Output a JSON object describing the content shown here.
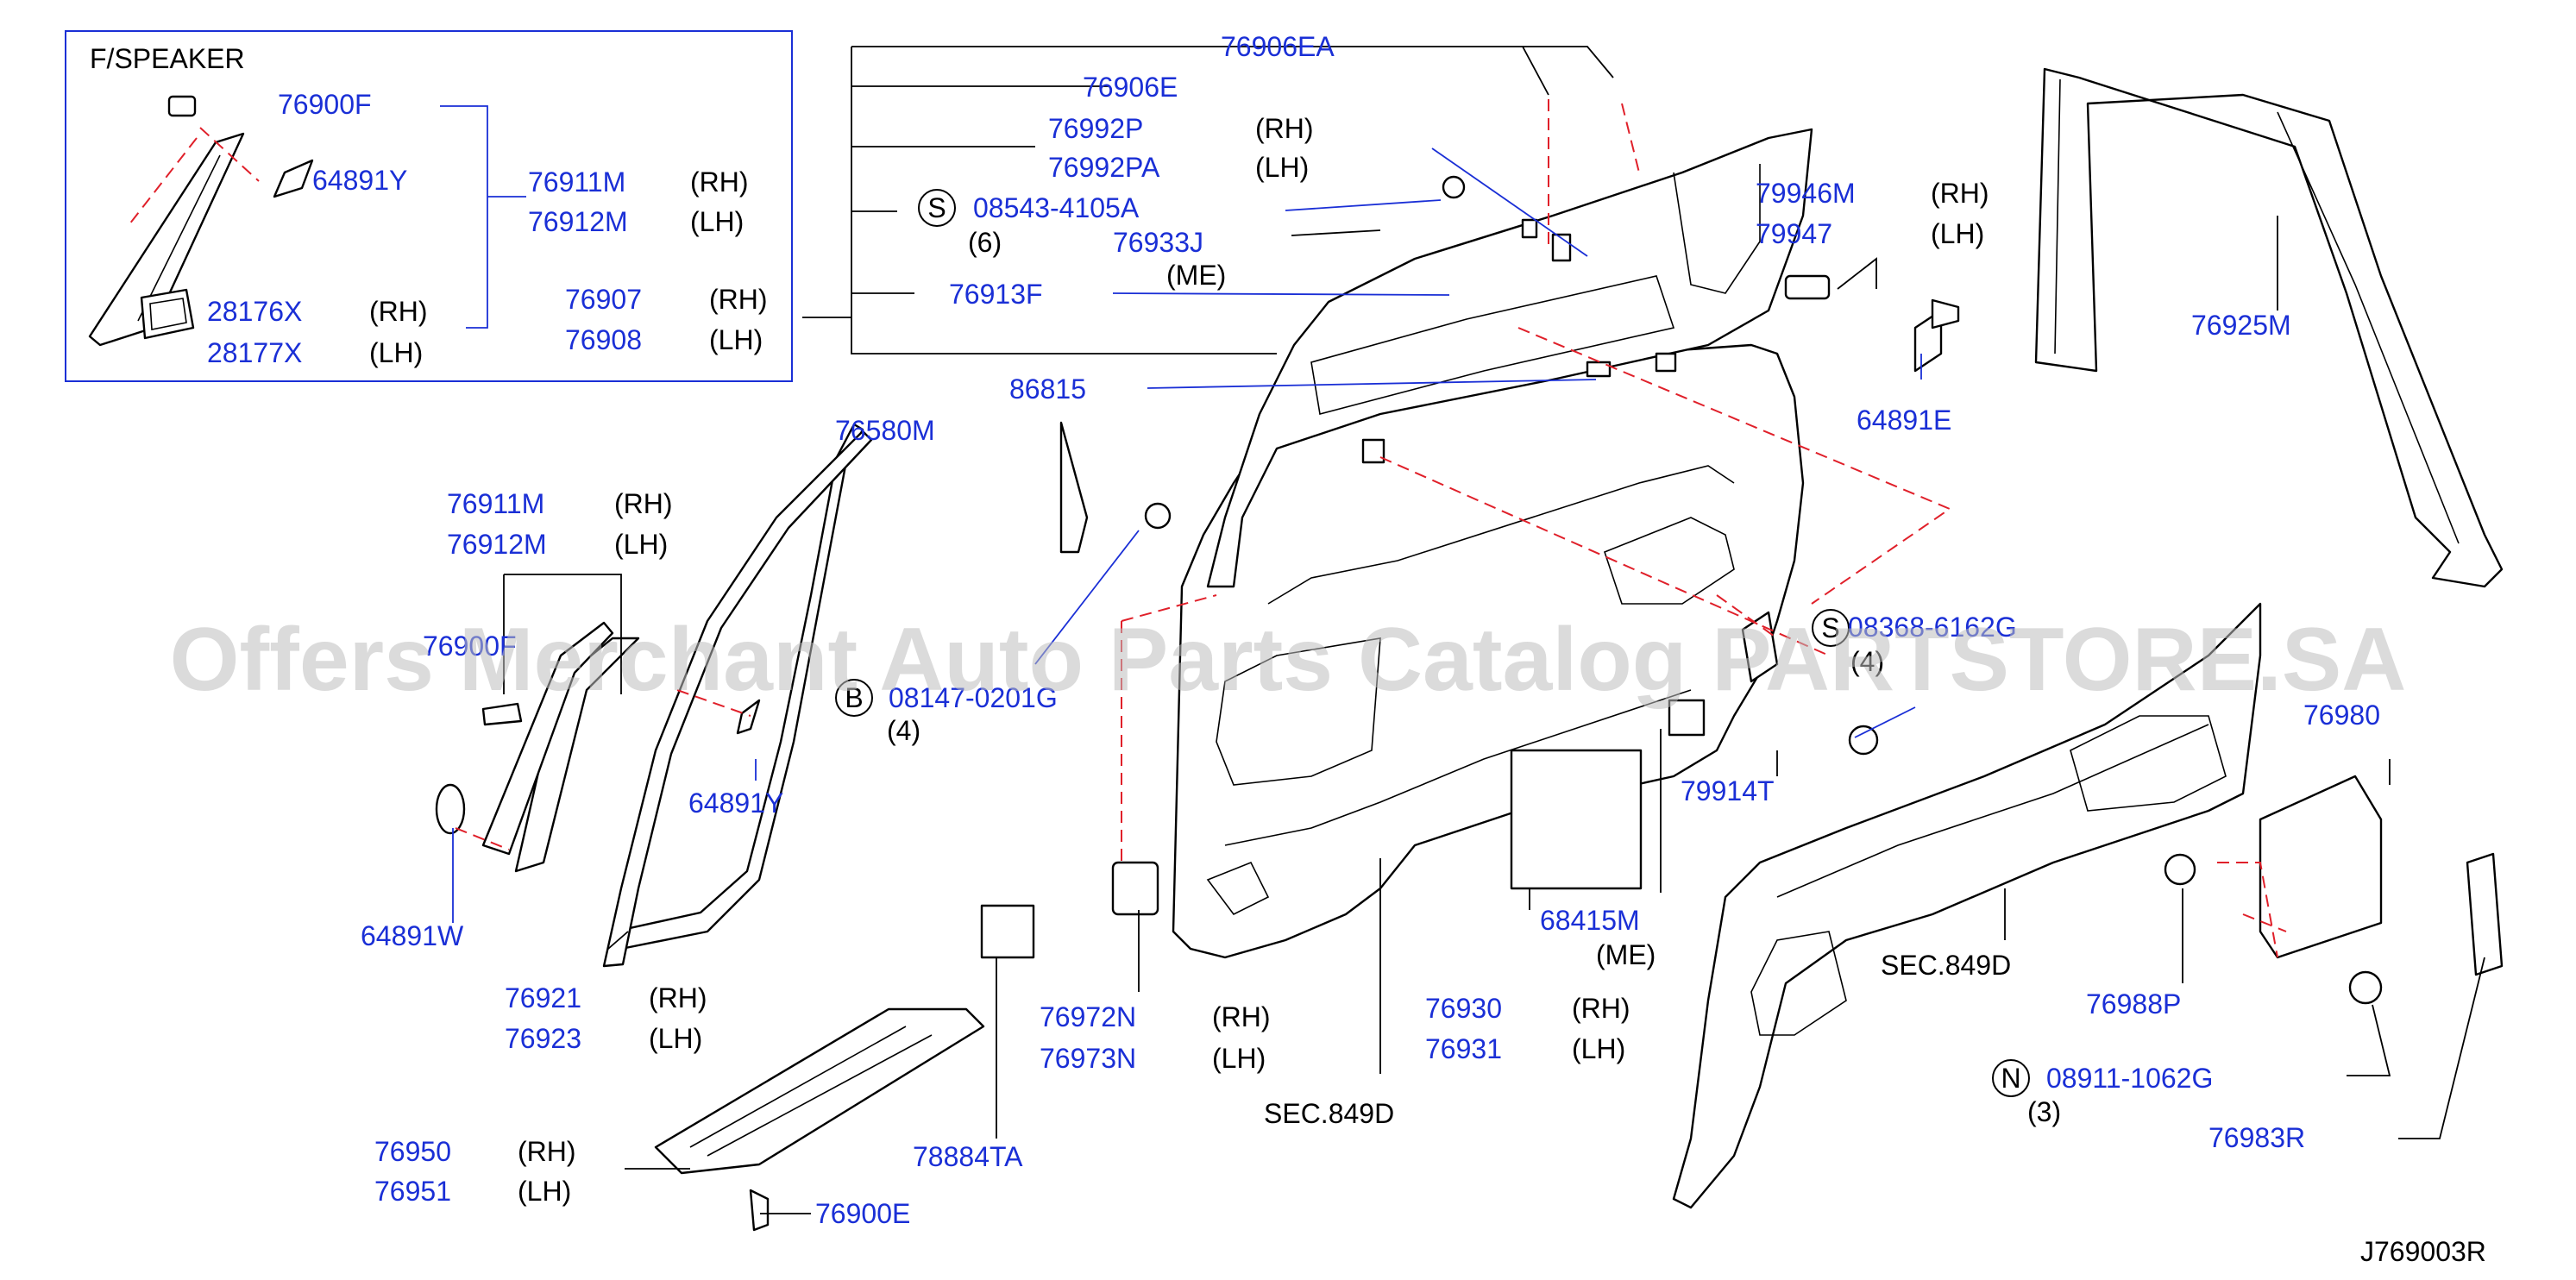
{
  "inset": {
    "title": "F/SPEAKER"
  },
  "parts": [
    {
      "id": "76906EA",
      "side": ""
    },
    {
      "id": "76906E",
      "side": ""
    },
    {
      "id": "76992P",
      "side": "(RH)"
    },
    {
      "id": "76992PA",
      "side": "(LH)"
    },
    {
      "id": "08543-4105A",
      "side": "",
      "prefix": "S",
      "qty": "(6)"
    },
    {
      "id": "76933J",
      "side": "(ME)"
    },
    {
      "id": "76907",
      "side": "(RH)"
    },
    {
      "id": "76908",
      "side": "(LH)"
    },
    {
      "id": "76913F",
      "side": ""
    },
    {
      "id": "86815",
      "side": ""
    },
    {
      "id": "79946M",
      "side": "(RH)"
    },
    {
      "id": "79947",
      "side": "(LH)"
    },
    {
      "id": "76925M",
      "side": ""
    },
    {
      "id": "64891E",
      "side": ""
    },
    {
      "id": "76900F",
      "side": ""
    },
    {
      "id": "64891Y",
      "side": ""
    },
    {
      "id": "76911M",
      "side": "(RH)"
    },
    {
      "id": "76912M",
      "side": "(LH)"
    },
    {
      "id": "28176X",
      "side": "(RH)"
    },
    {
      "id": "28177X",
      "side": "(LH)"
    },
    {
      "id": "76580M",
      "side": ""
    },
    {
      "id": "76911M",
      "side": "(RH)"
    },
    {
      "id": "76912M",
      "side": "(LH)"
    },
    {
      "id": "76900F",
      "side": ""
    },
    {
      "id": "08147-0201G",
      "side": "",
      "prefix": "B",
      "qty": "(4)"
    },
    {
      "id": "64891Y",
      "side": ""
    },
    {
      "id": "64891W",
      "side": ""
    },
    {
      "id": "76921",
      "side": "(RH)"
    },
    {
      "id": "76923",
      "side": "(LH)"
    },
    {
      "id": "76950",
      "side": "(RH)"
    },
    {
      "id": "76951",
      "side": "(LH)"
    },
    {
      "id": "76900E",
      "side": ""
    },
    {
      "id": "78884TA",
      "side": ""
    },
    {
      "id": "76972N",
      "side": "(RH)"
    },
    {
      "id": "76973N",
      "side": "(LH)"
    },
    {
      "id": "08368-6162G",
      "side": "",
      "prefix": "S",
      "qty": "(4)"
    },
    {
      "id": "79914T",
      "side": ""
    },
    {
      "id": "68415M",
      "side": "(ME)"
    },
    {
      "id": "76930",
      "side": "(RH)"
    },
    {
      "id": "76931",
      "side": "(LH)"
    },
    {
      "id": "76980",
      "side": ""
    },
    {
      "id": "76988P",
      "side": ""
    },
    {
      "id": "08911-1062G",
      "side": "",
      "prefix": "N",
      "qty": "(3)"
    },
    {
      "id": "76983R",
      "side": ""
    }
  ],
  "section_refs": [
    "SEC.849D",
    "SEC.849D"
  ],
  "diagram_code": "J769003R",
  "watermark": "Offers Merchant Auto Parts Catalog PARTSTORE.SA"
}
